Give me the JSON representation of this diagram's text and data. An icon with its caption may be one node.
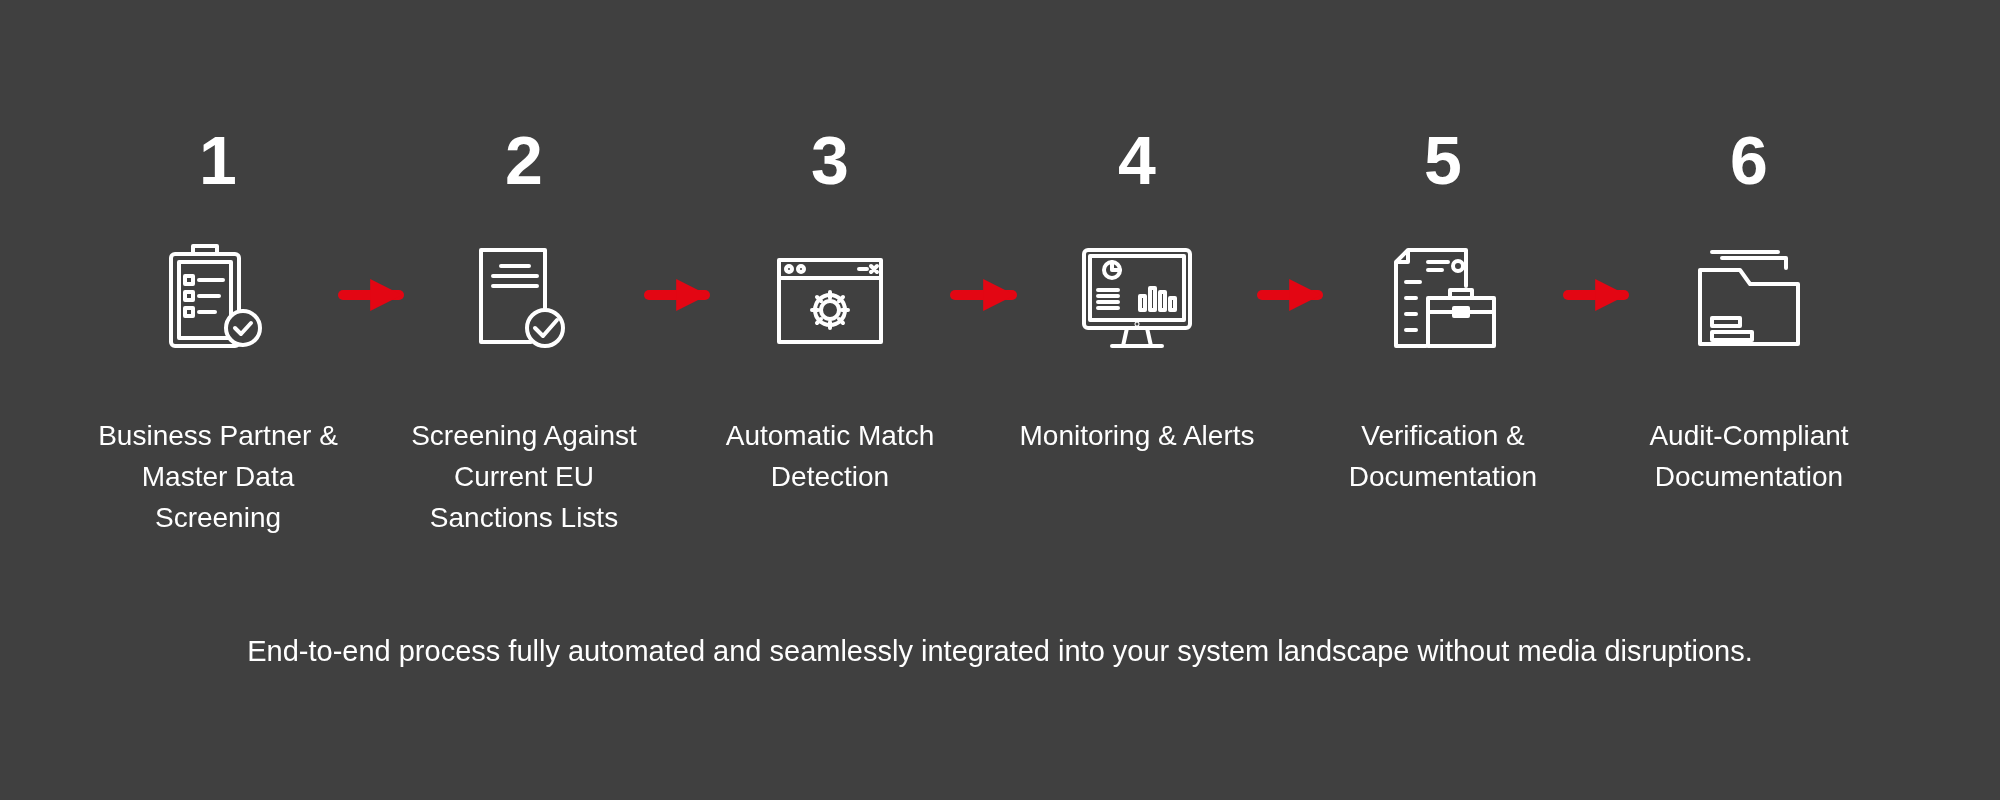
{
  "diagram": {
    "nodes": [
      {
        "text": [
          "1",
          "Business Partner & Master Data Screening"
        ]
      },
      {
        "text": [
          "2",
          "Screening Against Current EU Sanctions Lists"
        ]
      },
      {
        "text": [
          "3",
          "Automatic Match Detection"
        ]
      },
      {
        "text": [
          "4",
          "Monitoring & Alerts"
        ]
      },
      {
        "text": [
          "5",
          "Verification & Documentation"
        ]
      },
      {
        "text": [
          "6",
          "Audit-Compliant Documentation"
        ]
      }
    ],
    "edges": [
      {
        "from": 0,
        "to": 1,
        "arrow": "to"
      },
      {
        "from": 1,
        "to": 2,
        "arrow": "to"
      },
      {
        "from": 2,
        "to": 3,
        "arrow": "to"
      },
      {
        "from": 3,
        "to": 4,
        "arrow": "to"
      },
      {
        "from": 4,
        "to": 5,
        "arrow": "to"
      }
    ],
    "caption": "End-to-end process fully automated and seamlessly integrated into your system landscape without media disruptions."
  }
}
